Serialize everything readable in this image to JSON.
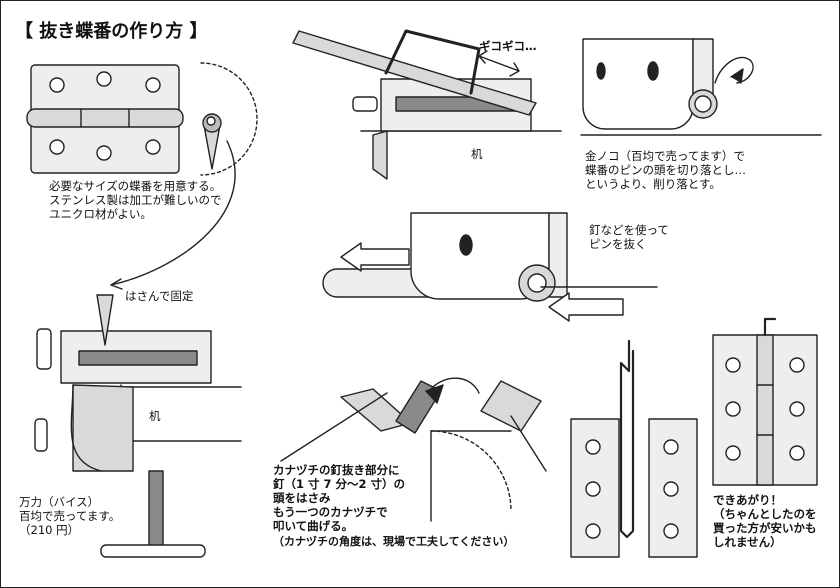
{
  "title": "【 抜き蝶番の作り方 】",
  "step1": [
    "必要なサイズの蝶番を用意する。",
    "ステンレス製は加工が難しいので",
    "ユニクロ材がよい。"
  ],
  "clamp_label": "はさんで固定",
  "desk_top": "机",
  "desk_bottom": "机",
  "saw_sound": "ギコギコ…",
  "saw_note": [
    "金ノコ（百均で売ってます）で",
    "蝶番のピンの頭を切り落とし…",
    "というより、削り落とす。"
  ],
  "pin_note": [
    "釘などを使って",
    "ピンを抜く"
  ],
  "vise_note": [
    "万力（バイス）",
    "百均で売ってます。",
    "（210 円）"
  ],
  "hammer_note": [
    "カナヅチの釘抜き部分に",
    "釘（1 寸 7 分～2 寸）の",
    "頭をはさみ",
    "もう一つのカナヅチで",
    "叩いて曲げる。",
    "（カナヅチの角度は、現場で工夫してください）"
  ],
  "done_note": [
    "できあがり！",
    "（ちゃんとしたのを",
    "買った方が安いかも",
    "しれません）"
  ],
  "colors": {
    "line": "#222222",
    "fill": "#ffffff",
    "shade": "#d9d9d9",
    "dark": "#8a8a8a"
  }
}
